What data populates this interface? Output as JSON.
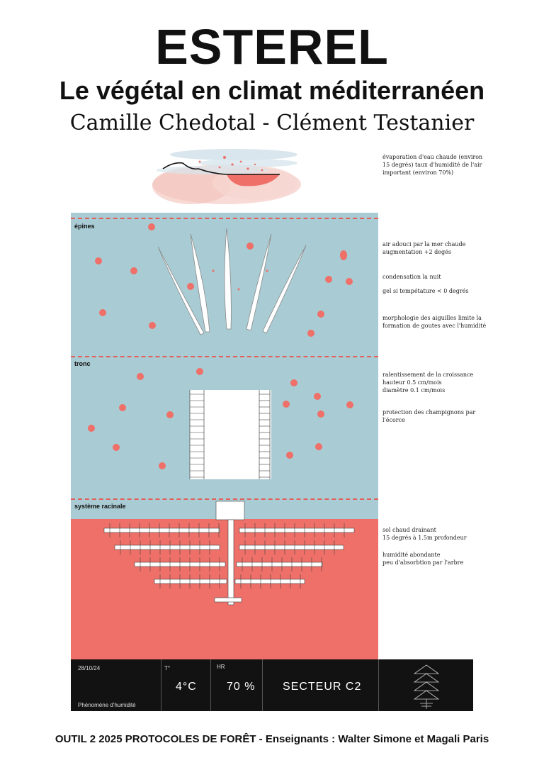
{
  "header": {
    "title": "ESTEREL",
    "subtitle": "Le végétal en climat méditerranéen",
    "authors": "Camille Chedotal - Clément Testanier"
  },
  "sections": {
    "epines": "épines",
    "tronc": "tronc",
    "racines": "système racinale"
  },
  "notes": {
    "evaporation": [
      "évaporation d'eau chaude (environ",
      "15 degrés) taux d'humidité de l'air",
      "important (environ 70%)"
    ],
    "air": [
      "air adouci par la mer chaude",
      "augmentation +2 degés"
    ],
    "condensation": "condensation la nuit",
    "gel": "gel si tempétature < 0 degrés",
    "morphologie": [
      "morphologie des aiguilles limite la",
      "formation de goutes avec l'humidité"
    ],
    "croissance": [
      "ralentissement de la croissance",
      "hauteur 0.5 cm/mois",
      "diamètre 0.1 cm/mois"
    ],
    "protection": [
      "protection des champignons par",
      "l'écorce"
    ],
    "sol": [
      "sol chaud drainant",
      "15 degrés à 1.5m profondeur"
    ],
    "humidite": [
      "humidité abondante",
      "peu d'absorbtion par l'arbre"
    ]
  },
  "infobar": {
    "date": "28/10/24",
    "phenomenon": "Phénomène d'humidité",
    "temp_label": "T°",
    "temp_value": "4°C",
    "hr_label": "HR",
    "hr_value": "70 %",
    "sector": "SECTEUR C2"
  },
  "footer": "OUTIL 2 2025 PROTOCOLES DE FORÊT - Enseignants : Walter Simone et Magali Paris",
  "colors": {
    "sky": "#a9cbd3",
    "soil": "#ee7068",
    "droplet": "#ee7068",
    "dash": "#e2605c",
    "bar": "#121212"
  },
  "icons": {
    "tree": "pine-tree-icon"
  }
}
